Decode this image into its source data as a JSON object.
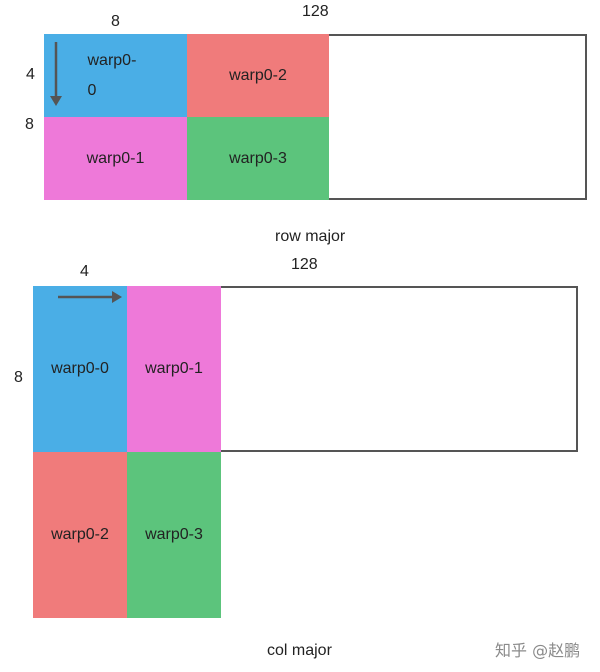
{
  "row_major": {
    "caption": "row major",
    "width_label": "128",
    "col_width_label": "8",
    "row_height_label": "8",
    "arrow_label": "4",
    "cells": [
      {
        "label": "warp0-0",
        "color": "#4aaee6"
      },
      {
        "label": "warp0-2",
        "color": "#f07b7b"
      },
      {
        "label": "warp0-1",
        "color": "#ee79d9"
      },
      {
        "label": "warp0-3",
        "color": "#5cc47c"
      }
    ]
  },
  "col_major": {
    "caption": "col major",
    "width_label": "128",
    "arrow_label": "4",
    "height_label": "8",
    "cells": [
      {
        "label": "warp0-0",
        "color": "#4aaee6"
      },
      {
        "label": "warp0-1",
        "color": "#ee79d9"
      },
      {
        "label": "warp0-2",
        "color": "#f07b7b"
      },
      {
        "label": "warp0-3",
        "color": "#5cc47c"
      }
    ]
  },
  "watermark": "知乎 @赵鹏"
}
